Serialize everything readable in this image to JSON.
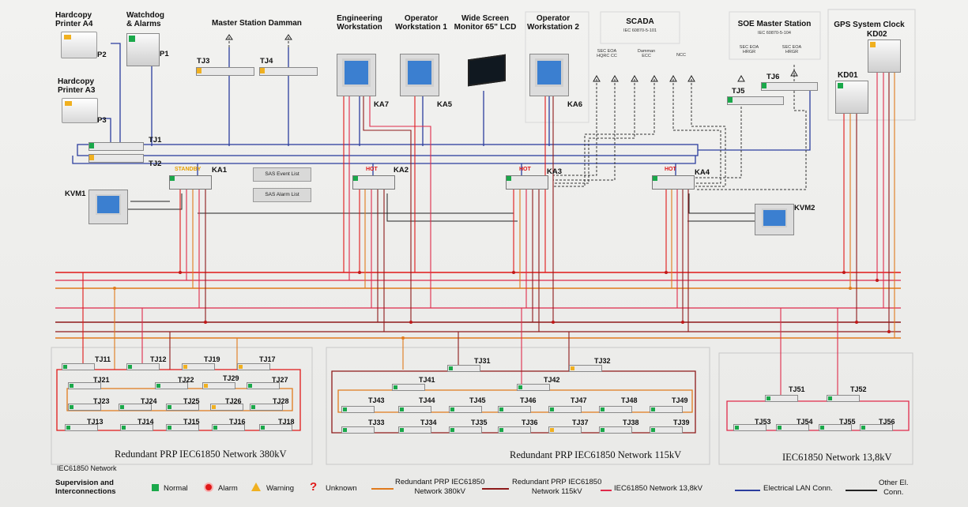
{
  "devices": {
    "printer_a4": "Hardcopy\nPrinter A4",
    "watchdog": "Watchdog\n& Alarms",
    "printer_a3": "Hardcopy\nPrinter A3",
    "master_station": "Master Station Damman",
    "eng_ws": "Engineering\nWorkstation",
    "op_ws1": "Operator\nWorkstation 1",
    "wide_screen": "Wide Screen\nMonitor 65\" LCD",
    "op_ws2": "Operator\nWorkstation 2",
    "scada": "SCADA",
    "scada_sub": "IEC 60870-5-101",
    "soe": "SOE Master Station",
    "soe_sub": "IEC 60870-5-104",
    "gps": "GPS System Clock",
    "kd02": "KD02",
    "kd01": "KD01",
    "scada_t1": "SEC EOA\nHQRC CC",
    "scada_t2": "Damman\nECC",
    "scada_t3": "NCC",
    "soe_t1": "SEC EOA\nHRGR",
    "soe_t2": "SEC EOA\nHRGR"
  },
  "tags": {
    "p2": "P2",
    "p1": "P1",
    "p3": "P3",
    "ka7": "KA7",
    "ka5": "KA5",
    "ka6": "KA6",
    "ka1": "KA1",
    "ka2": "KA2",
    "ka3": "KA3",
    "ka4": "KA4",
    "kvm1": "KVM1",
    "kvm2": "KVM2",
    "tj1": "TJ1",
    "tj2": "TJ2",
    "tj3": "TJ3",
    "tj4": "TJ4",
    "tj5": "TJ5",
    "tj6": "TJ6"
  },
  "states": {
    "ka1": "STANDBY",
    "ka2": "HOT",
    "ka3": "HOT",
    "ka4": "HOT"
  },
  "buttons": {
    "event_list": "SAS Event List",
    "alarm_list": "SAS Alarm List"
  },
  "networks": {
    "n380": "Redundant PRP IEC61850 Network 380kV",
    "n115": "Redundant PRP IEC61850 Network 115kV",
    "n13": "IEC61850 Network 13,8kV",
    "iec": "IEC61850 Network"
  },
  "tj380": [
    "TJ11",
    "TJ12",
    "TJ19",
    "TJ17",
    "TJ21",
    "TJ22",
    "TJ29",
    "TJ27",
    "TJ23",
    "TJ24",
    "TJ25",
    "TJ26",
    "TJ28",
    "TJ13",
    "TJ14",
    "TJ15",
    "TJ16",
    "TJ18"
  ],
  "tj115": [
    "TJ31",
    "TJ32",
    "TJ41",
    "TJ42",
    "TJ43",
    "TJ44",
    "TJ45",
    "TJ46",
    "TJ47",
    "TJ48",
    "TJ49",
    "TJ33",
    "TJ34",
    "TJ35",
    "TJ36",
    "TJ37",
    "TJ38",
    "TJ39"
  ],
  "tj13": [
    "TJ51",
    "TJ52",
    "TJ53",
    "TJ54",
    "TJ55",
    "TJ56"
  ],
  "legend": {
    "title": "Supervision and\nInterconnections",
    "normal": "Normal",
    "alarm": "Alarm",
    "warning": "Warning",
    "unknown": "Unknown",
    "l380": "Redundant PRP IEC61850\nNetwork 380kV",
    "l115": "Redundant PRP IEC61850\nNetwork 115kV",
    "l13": "IEC61850 Network 13,8kV",
    "lan": "Electrical LAN Conn.",
    "other": "Other El.\nConn."
  },
  "colors": {
    "net380": "#e07a1c",
    "net115": "#8e1a1a",
    "net13": "#e02a4a",
    "red": "#e01818",
    "lan": "#2b3d9e",
    "normal": "#1aa84a",
    "warning": "#f0b020"
  }
}
